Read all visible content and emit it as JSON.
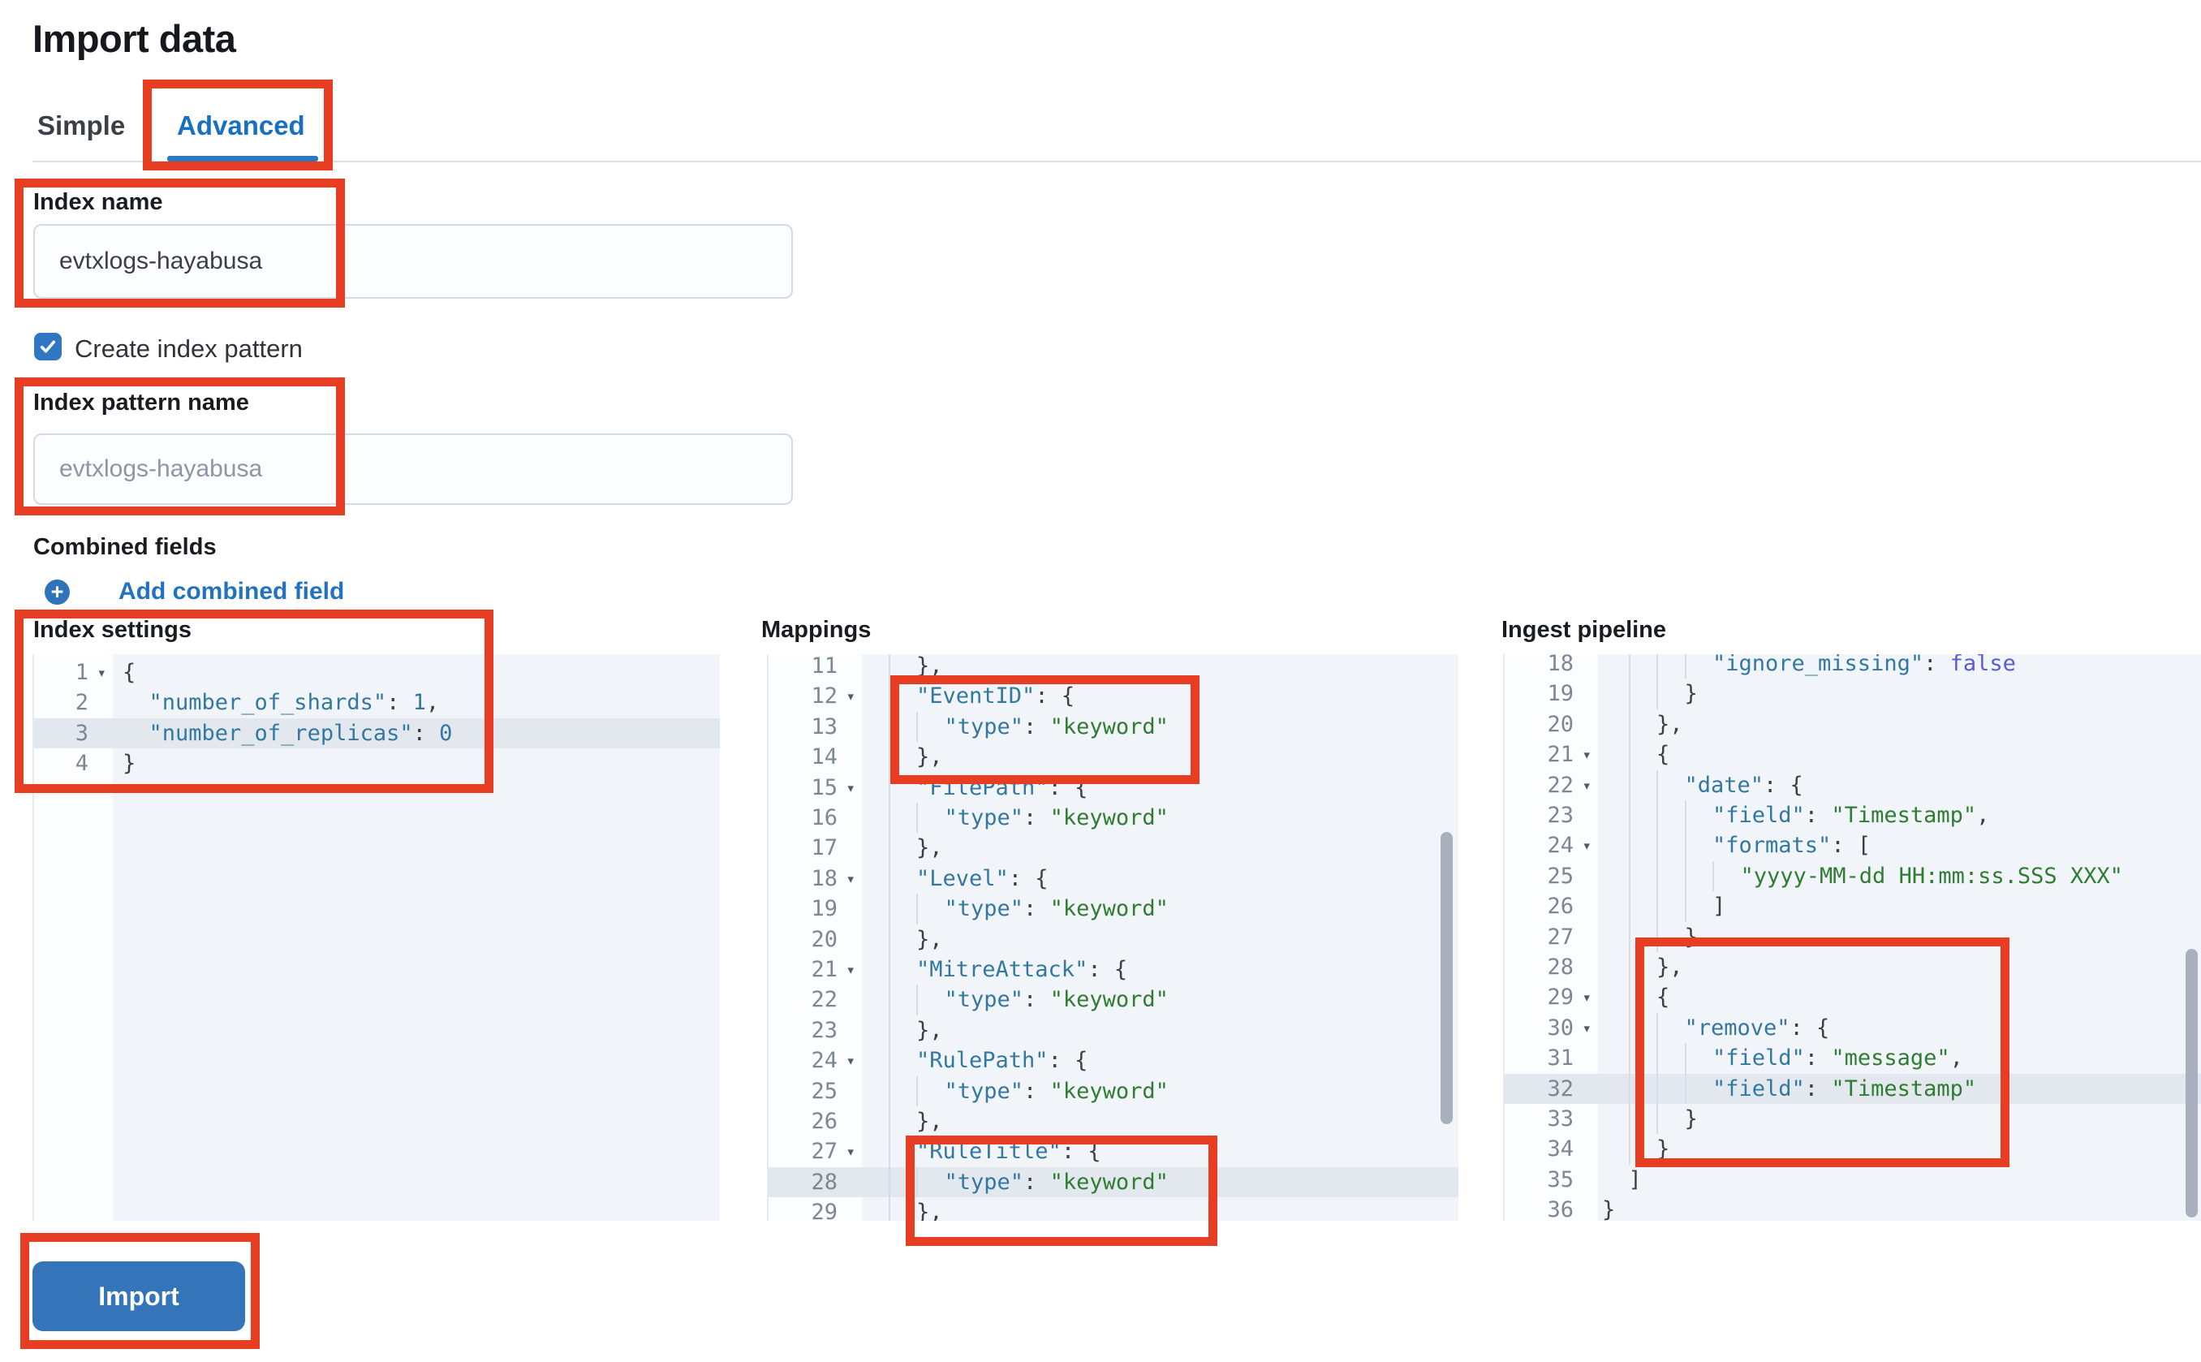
{
  "page": {
    "title": "Import data"
  },
  "tabs": {
    "items": [
      {
        "label": "Simple",
        "active": false
      },
      {
        "label": "Advanced",
        "active": true
      }
    ]
  },
  "form": {
    "index_name": {
      "label": "Index name",
      "value": "evtxlogs-hayabusa"
    },
    "create_index_pattern": {
      "label": "Create index pattern",
      "checked": true
    },
    "index_pattern_name": {
      "label": "Index pattern name",
      "placeholder": "evtxlogs-hayabusa"
    },
    "combined_fields": {
      "label": "Combined fields",
      "add_label": "Add combined field"
    }
  },
  "editors": [
    {
      "id": "index-settings",
      "label": "Index settings",
      "first_visible_line": 1,
      "active_line": 3,
      "has_scrollbar": false,
      "lines": [
        {
          "n": 1,
          "fold": true,
          "i": 0,
          "t": [
            [
              "p",
              "{"
            ]
          ]
        },
        {
          "n": 2,
          "i": 2,
          "t": [
            [
              "k",
              "\"number_of_shards\""
            ],
            [
              "p",
              ": "
            ],
            [
              "n",
              "1"
            ],
            [
              "p",
              ","
            ]
          ]
        },
        {
          "n": 3,
          "i": 2,
          "t": [
            [
              "k",
              "\"number_of_replicas\""
            ],
            [
              "p",
              ": "
            ],
            [
              "n",
              "0"
            ]
          ]
        },
        {
          "n": 4,
          "i": 0,
          "t": [
            [
              "p",
              "}"
            ]
          ]
        }
      ]
    },
    {
      "id": "mappings",
      "label": "Mappings",
      "first_visible_line": 11,
      "active_line": 28,
      "has_scrollbar": true,
      "lines": [
        {
          "n": 11,
          "i": 4,
          "t": [
            [
              "p",
              "},"
            ]
          ]
        },
        {
          "n": 12,
          "fold": true,
          "i": 4,
          "t": [
            [
              "k",
              "\"EventID\""
            ],
            [
              "p",
              ": {"
            ]
          ]
        },
        {
          "n": 13,
          "i": 6,
          "t": [
            [
              "k",
              "\"type\""
            ],
            [
              "p",
              ": "
            ],
            [
              "s",
              "\"keyword\""
            ]
          ]
        },
        {
          "n": 14,
          "i": 4,
          "t": [
            [
              "p",
              "},"
            ]
          ]
        },
        {
          "n": 15,
          "fold": true,
          "i": 4,
          "t": [
            [
              "k",
              "\"FilePath\""
            ],
            [
              "p",
              ": {"
            ]
          ]
        },
        {
          "n": 16,
          "i": 6,
          "t": [
            [
              "k",
              "\"type\""
            ],
            [
              "p",
              ": "
            ],
            [
              "s",
              "\"keyword\""
            ]
          ]
        },
        {
          "n": 17,
          "i": 4,
          "t": [
            [
              "p",
              "},"
            ]
          ]
        },
        {
          "n": 18,
          "fold": true,
          "i": 4,
          "t": [
            [
              "k",
              "\"Level\""
            ],
            [
              "p",
              ": {"
            ]
          ]
        },
        {
          "n": 19,
          "i": 6,
          "t": [
            [
              "k",
              "\"type\""
            ],
            [
              "p",
              ": "
            ],
            [
              "s",
              "\"keyword\""
            ]
          ]
        },
        {
          "n": 20,
          "i": 4,
          "t": [
            [
              "p",
              "},"
            ]
          ]
        },
        {
          "n": 21,
          "fold": true,
          "i": 4,
          "t": [
            [
              "k",
              "\"MitreAttack\""
            ],
            [
              "p",
              ": {"
            ]
          ]
        },
        {
          "n": 22,
          "i": 6,
          "t": [
            [
              "k",
              "\"type\""
            ],
            [
              "p",
              ": "
            ],
            [
              "s",
              "\"keyword\""
            ]
          ]
        },
        {
          "n": 23,
          "i": 4,
          "t": [
            [
              "p",
              "},"
            ]
          ]
        },
        {
          "n": 24,
          "fold": true,
          "i": 4,
          "t": [
            [
              "k",
              "\"RulePath\""
            ],
            [
              "p",
              ": {"
            ]
          ]
        },
        {
          "n": 25,
          "i": 6,
          "t": [
            [
              "k",
              "\"type\""
            ],
            [
              "p",
              ": "
            ],
            [
              "s",
              "\"keyword\""
            ]
          ]
        },
        {
          "n": 26,
          "i": 4,
          "t": [
            [
              "p",
              "},"
            ]
          ]
        },
        {
          "n": 27,
          "fold": true,
          "i": 4,
          "t": [
            [
              "k",
              "\"RuleTitle\""
            ],
            [
              "p",
              ": {"
            ]
          ]
        },
        {
          "n": 28,
          "i": 6,
          "t": [
            [
              "k",
              "\"type\""
            ],
            [
              "p",
              ": "
            ],
            [
              "s",
              "\"keyword\""
            ]
          ]
        },
        {
          "n": 29,
          "i": 4,
          "t": [
            [
              "p",
              "},"
            ]
          ]
        }
      ]
    },
    {
      "id": "ingest-pipeline",
      "label": "Ingest pipeline",
      "first_visible_line": 18,
      "active_line": 32,
      "has_scrollbar": true,
      "lines": [
        {
          "n": 18,
          "i": 8,
          "t": [
            [
              "k",
              "\"ignore_missing\""
            ],
            [
              "p",
              ": "
            ],
            [
              "c",
              "false"
            ]
          ]
        },
        {
          "n": 19,
          "i": 6,
          "t": [
            [
              "p",
              "}"
            ]
          ]
        },
        {
          "n": 20,
          "i": 4,
          "t": [
            [
              "p",
              "},"
            ]
          ]
        },
        {
          "n": 21,
          "fold": true,
          "i": 4,
          "t": [
            [
              "p",
              "{"
            ]
          ]
        },
        {
          "n": 22,
          "fold": true,
          "i": 6,
          "t": [
            [
              "k",
              "\"date\""
            ],
            [
              "p",
              ": {"
            ]
          ]
        },
        {
          "n": 23,
          "i": 8,
          "t": [
            [
              "k",
              "\"field\""
            ],
            [
              "p",
              ": "
            ],
            [
              "s",
              "\"Timestamp\""
            ],
            [
              "p",
              ","
            ]
          ]
        },
        {
          "n": 24,
          "fold": true,
          "i": 8,
          "t": [
            [
              "k",
              "\"formats\""
            ],
            [
              "p",
              ": ["
            ]
          ]
        },
        {
          "n": 25,
          "i": 10,
          "t": [
            [
              "s",
              "\"yyyy-MM-dd HH:mm:ss.SSS XXX\""
            ]
          ]
        },
        {
          "n": 26,
          "i": 8,
          "t": [
            [
              "p",
              "]"
            ]
          ]
        },
        {
          "n": 27,
          "i": 6,
          "t": [
            [
              "p",
              "}"
            ]
          ]
        },
        {
          "n": 28,
          "i": 4,
          "t": [
            [
              "p",
              "},"
            ]
          ]
        },
        {
          "n": 29,
          "fold": true,
          "i": 4,
          "t": [
            [
              "p",
              "{"
            ]
          ]
        },
        {
          "n": 30,
          "fold": true,
          "i": 6,
          "t": [
            [
              "k",
              "\"remove\""
            ],
            [
              "p",
              ": {"
            ]
          ]
        },
        {
          "n": 31,
          "i": 8,
          "t": [
            [
              "k",
              "\"field\""
            ],
            [
              "p",
              ": "
            ],
            [
              "s",
              "\"message\""
            ],
            [
              "p",
              ","
            ]
          ]
        },
        {
          "n": 32,
          "i": 8,
          "t": [
            [
              "k",
              "\"field\""
            ],
            [
              "p",
              ": "
            ],
            [
              "s",
              "\"Timestamp\""
            ]
          ]
        },
        {
          "n": 33,
          "i": 6,
          "t": [
            [
              "p",
              "}"
            ]
          ]
        },
        {
          "n": 34,
          "i": 4,
          "t": [
            [
              "p",
              "}"
            ]
          ]
        },
        {
          "n": 35,
          "i": 2,
          "t": [
            [
              "p",
              "]"
            ]
          ]
        },
        {
          "n": 36,
          "i": 0,
          "t": [
            [
              "p",
              "}"
            ]
          ]
        }
      ]
    }
  ],
  "actions": {
    "import_label": "Import"
  },
  "colors": {
    "annotation": "#e73d23",
    "primary_button": "#3474b8",
    "tab_active": "#1870c0",
    "link": "#2372be",
    "code_key": "#33789f",
    "code_string": "#2e7d32",
    "code_constant": "#5a5ad6",
    "code_punct": "#3c3f45"
  }
}
